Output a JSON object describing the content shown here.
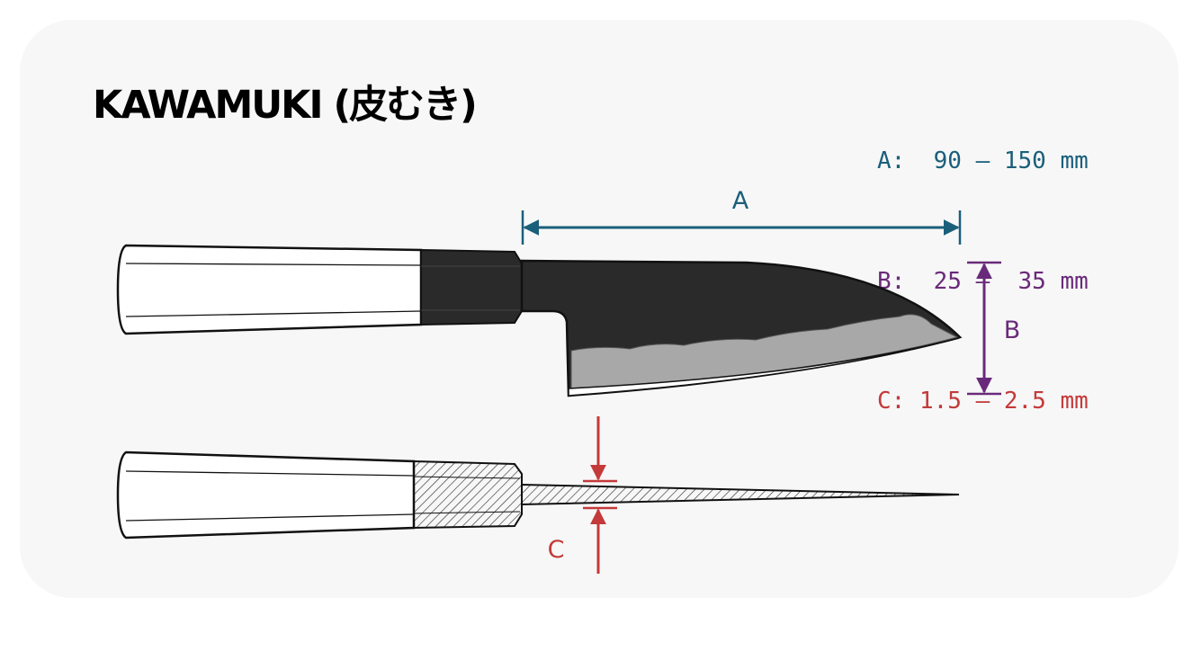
{
  "title": "KAWAMUKI (皮むき)",
  "specs": [
    {
      "text": "A:  90 – 150 mm",
      "color": "#1a5f7a"
    },
    {
      "text": "B:  25 –  35 mm",
      "color": "#6a2a7a"
    },
    {
      "text": "C: 1.5 – 2.5 mm",
      "color": "#c43a3a"
    }
  ],
  "dimension_labels": {
    "a": "A",
    "b": "B",
    "c": "C"
  },
  "colors": {
    "a": "#1a5f7a",
    "b": "#6a2a7a",
    "c": "#c43a3a",
    "blade": "#2a2a2a",
    "edge": "#a8a8a8"
  }
}
